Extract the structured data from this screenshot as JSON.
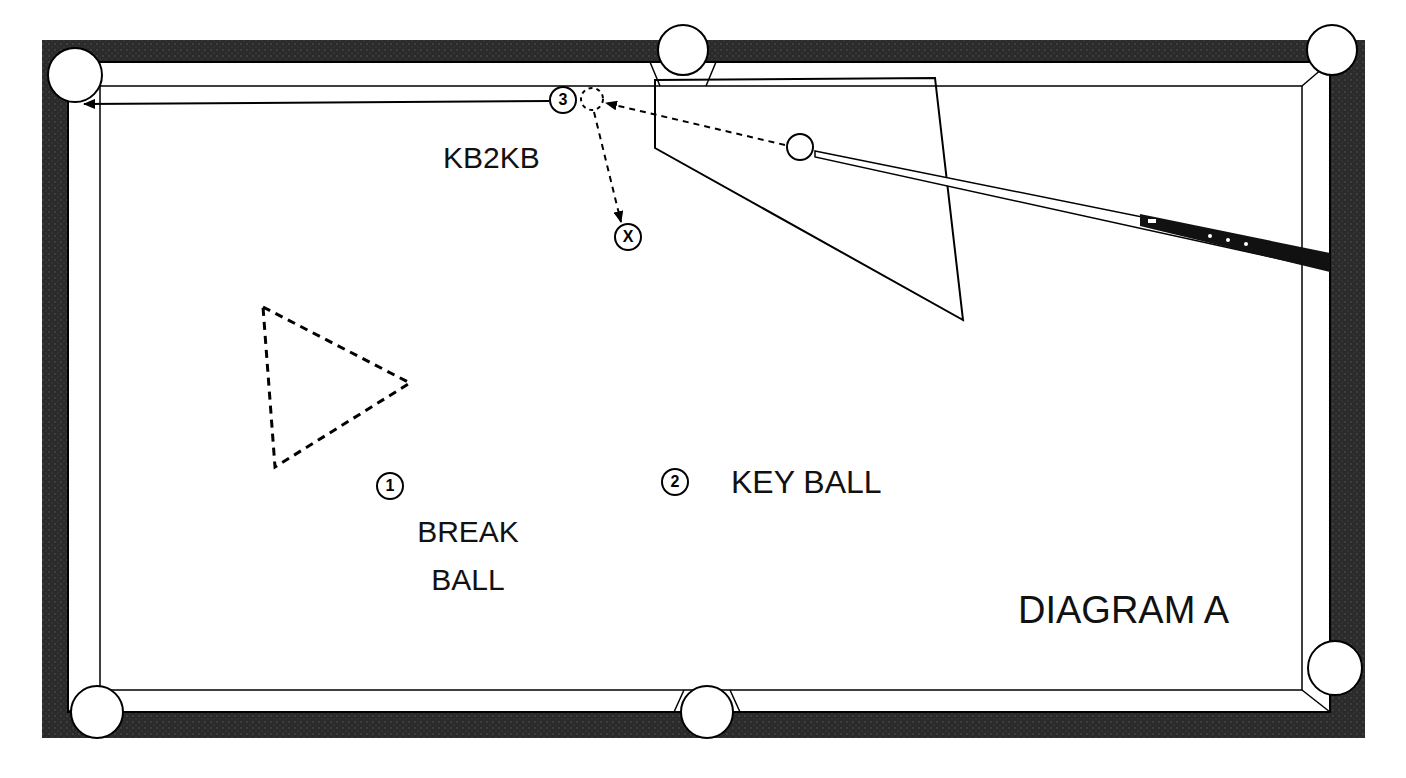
{
  "diagram": {
    "nodes": [
      {
        "text": [
          "3"
        ]
      },
      {
        "text": [
          "X"
        ]
      },
      {
        "text": [
          "1"
        ]
      },
      {
        "text": [
          "2"
        ]
      }
    ],
    "labels": [
      "KB2KB",
      "BREAK BALL",
      "KEY BALL",
      "DIAGRAM A"
    ]
  }
}
